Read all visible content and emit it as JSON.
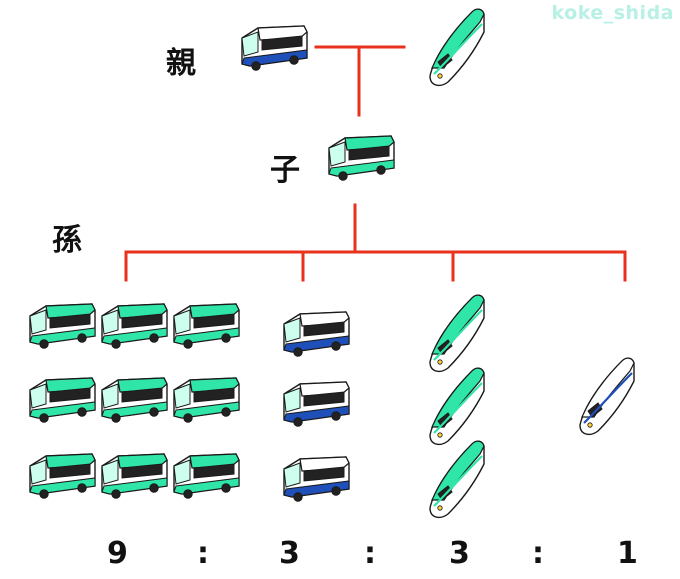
{
  "watermark": "koke_shida",
  "generations": {
    "parents": "親",
    "child": "子",
    "grandchildren": "孫"
  },
  "ratio": {
    "values": [
      "9",
      "3",
      "3",
      "1"
    ],
    "separator": ":"
  },
  "vehicles": {
    "parents": [
      "bus-white-blue",
      "shinkansen-green"
    ],
    "child": [
      "bus-green"
    ],
    "grandchildren_groups": [
      {
        "type": "bus-green",
        "count": 9
      },
      {
        "type": "bus-white-blue",
        "count": 3
      },
      {
        "type": "shinkansen-green",
        "count": 3
      },
      {
        "type": "shinkansen-white-blue",
        "count": 1
      }
    ]
  },
  "colors": {
    "tree_lines": "#e8321e",
    "mint": "#2fe6a8",
    "blue": "#1f4fb8",
    "body": "#ffffff",
    "outline": "#1a1a1a"
  }
}
